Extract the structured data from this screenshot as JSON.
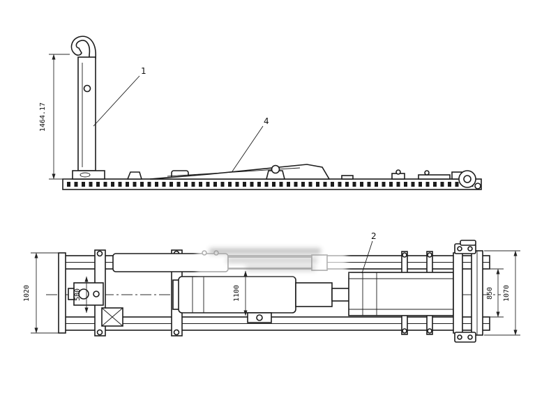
{
  "meta": {
    "background": "#ffffff",
    "line_color": "#1c1c1c"
  },
  "side_view": {
    "dim_height": "1464.17",
    "callout_1": "1",
    "callout_4": "4"
  },
  "plan_view": {
    "callout_2": "2",
    "dim_overall_left": "1020",
    "dim_inner_left": "580",
    "dim_center": "1100",
    "dim_inner_right": "850",
    "dim_overall_right": "1070"
  }
}
